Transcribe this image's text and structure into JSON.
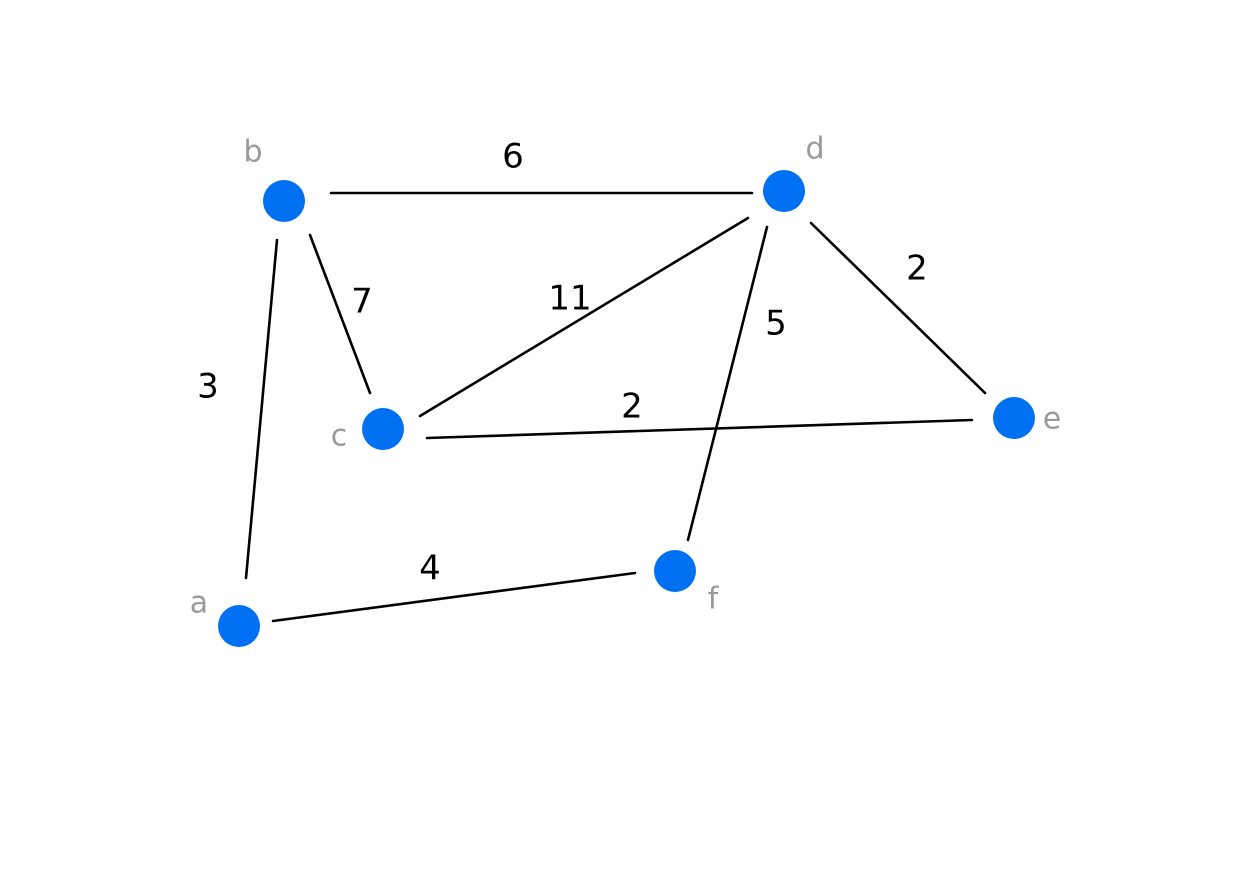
{
  "graph": {
    "node_color": "#0070f3",
    "nodes": [
      {
        "id": "a",
        "label": "a"
      },
      {
        "id": "b",
        "label": "b"
      },
      {
        "id": "c",
        "label": "c"
      },
      {
        "id": "d",
        "label": "d"
      },
      {
        "id": "e",
        "label": "e"
      },
      {
        "id": "f",
        "label": "f"
      }
    ],
    "edges": [
      {
        "from": "b",
        "to": "d",
        "weight": "6"
      },
      {
        "from": "b",
        "to": "a",
        "weight": "3"
      },
      {
        "from": "b",
        "to": "c",
        "weight": "7"
      },
      {
        "from": "c",
        "to": "d",
        "weight": "11"
      },
      {
        "from": "d",
        "to": "f",
        "weight": "5"
      },
      {
        "from": "d",
        "to": "e",
        "weight": "2"
      },
      {
        "from": "c",
        "to": "e",
        "weight": "2"
      },
      {
        "from": "a",
        "to": "f",
        "weight": "4"
      }
    ]
  }
}
